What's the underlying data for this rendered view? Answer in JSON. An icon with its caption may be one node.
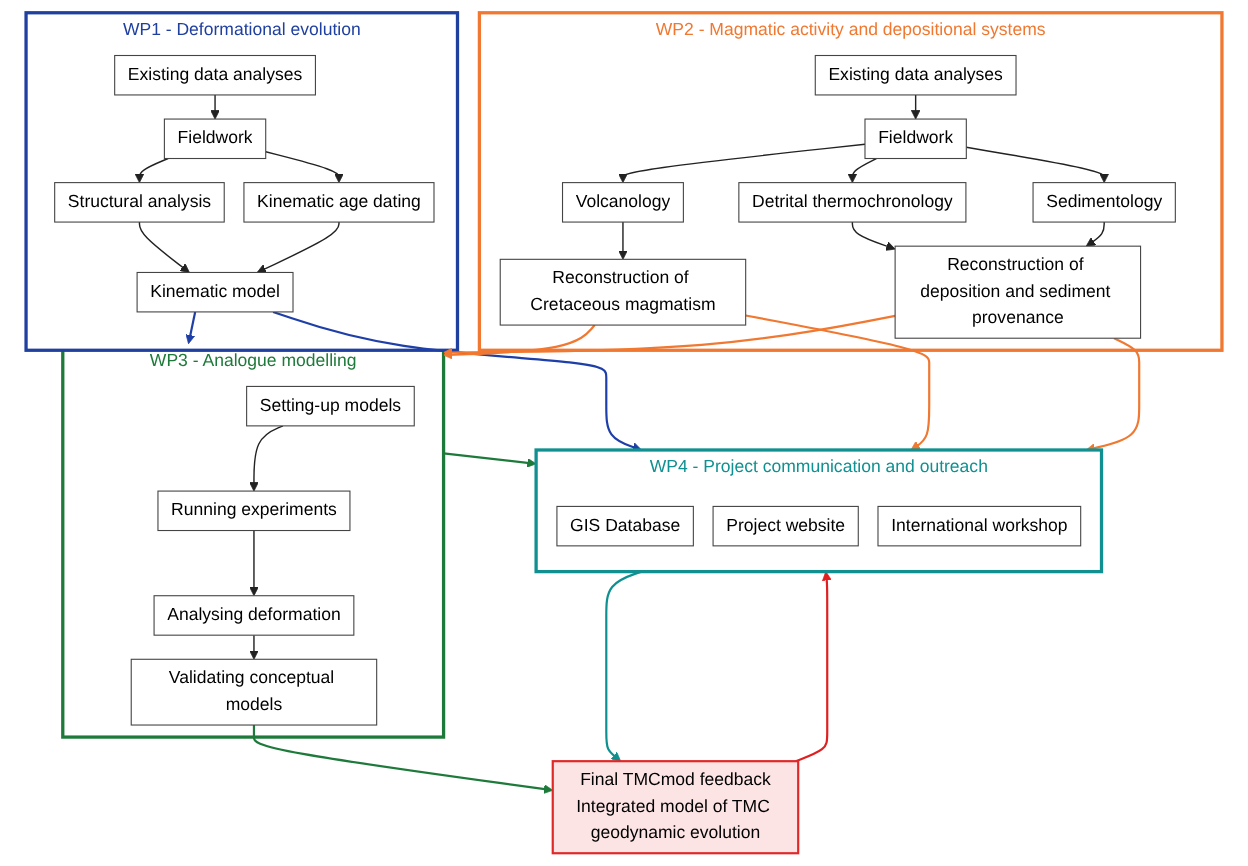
{
  "diagram": {
    "nodes": [
      {
        "text": [
          "WP1 - Deformational evolution"
        ]
      },
      {
        "text": [
          "Existing data analyses"
        ],
        "in": 0
      },
      {
        "text": [
          "Fieldwork"
        ],
        "in": 0
      },
      {
        "text": [
          "Structural analysis"
        ],
        "in": 0
      },
      {
        "text": [
          "Kinematic age dating"
        ],
        "in": 0
      },
      {
        "text": [
          "Kinematic model"
        ],
        "in": 0
      },
      {
        "text": [
          "WP2 - Magmatic activity and depositional systems"
        ]
      },
      {
        "text": [
          "Existing data analyses"
        ],
        "in": 6
      },
      {
        "text": [
          "Fieldwork"
        ],
        "in": 6
      },
      {
        "text": [
          "Detrital thermochronology"
        ],
        "in": 6
      },
      {
        "text": [
          "Sedimentology"
        ],
        "in": 6
      },
      {
        "text": [
          "Volcanology"
        ],
        "in": 6
      },
      {
        "text": [
          "Reconstruction of Cretaceous magmatism"
        ],
        "in": 6
      },
      {
        "text": [
          "Reconstruction of deposition and sediment provenance"
        ],
        "in": 6
      },
      {
        "text": [
          "WP3 - Analogue modelling"
        ]
      },
      {
        "text": [
          "Setting-up models"
        ],
        "in": 14
      },
      {
        "text": [
          "Running experiments"
        ],
        "in": 14
      },
      {
        "text": [
          "Analysing deformation"
        ],
        "in": 14
      },
      {
        "text": [
          "Validating conceptual models"
        ],
        "in": 14
      },
      {
        "text": [
          "WP4 - Project communication and outreach"
        ]
      },
      {
        "text": [
          "GIS Database"
        ],
        "in": 19
      },
      {
        "text": [
          "Project website"
        ],
        "in": 19
      },
      {
        "text": [
          "International workshop"
        ],
        "in": 19
      },
      {
        "text": [
          "Final TMCmod feedback",
          "Integrated model of TMC geodynamic evolution"
        ]
      }
    ],
    "edges": [
      {
        "from": 1,
        "to": 2,
        "arrow": "to"
      },
      {
        "from": 2,
        "to": 3,
        "arrow": "to"
      },
      {
        "from": 2,
        "to": 4,
        "arrow": "to"
      },
      {
        "from": 3,
        "to": 5,
        "arrow": "to"
      },
      {
        "from": 4,
        "to": 5,
        "arrow": "to"
      },
      {
        "from": 5,
        "to": 19,
        "arrow": "to",
        "color": "#1f3fa8"
      },
      {
        "from": 5,
        "to": 14,
        "arrow": "to",
        "color": "#1f3fa8"
      },
      {
        "from": 7,
        "to": 8,
        "arrow": "to"
      },
      {
        "from": 8,
        "to": 9,
        "arrow": "to"
      },
      {
        "from": 8,
        "to": 10,
        "arrow": "to"
      },
      {
        "from": 8,
        "to": 11,
        "arrow": "to"
      },
      {
        "from": 11,
        "to": 12,
        "arrow": "to"
      },
      {
        "from": 9,
        "to": 13,
        "arrow": "to"
      },
      {
        "from": 10,
        "to": 13,
        "arrow": "to"
      },
      {
        "from": 12,
        "to": 19,
        "arrow": "to",
        "color": "#f07830"
      },
      {
        "from": 13,
        "to": 19,
        "arrow": "to",
        "color": "#f07830"
      },
      {
        "from": 12,
        "to": 14,
        "arrow": "to",
        "color": "#f07830"
      },
      {
        "from": 13,
        "to": 14,
        "arrow": "to",
        "color": "#f07830"
      },
      {
        "from": 15,
        "to": 16,
        "arrow": "to"
      },
      {
        "from": 16,
        "to": 17,
        "arrow": "to"
      },
      {
        "from": 17,
        "to": 18,
        "arrow": "to"
      },
      {
        "from": 14,
        "to": 19,
        "arrow": "to",
        "color": "#1e7a3a"
      },
      {
        "from": 18,
        "to": 23,
        "arrow": "to",
        "color": "#1e7a3a"
      },
      {
        "from": 19,
        "to": 23,
        "arrow": "to",
        "color": "#0e9090"
      },
      {
        "from": 23,
        "to": 19,
        "arrow": "to",
        "color": "#e02020"
      }
    ]
  }
}
